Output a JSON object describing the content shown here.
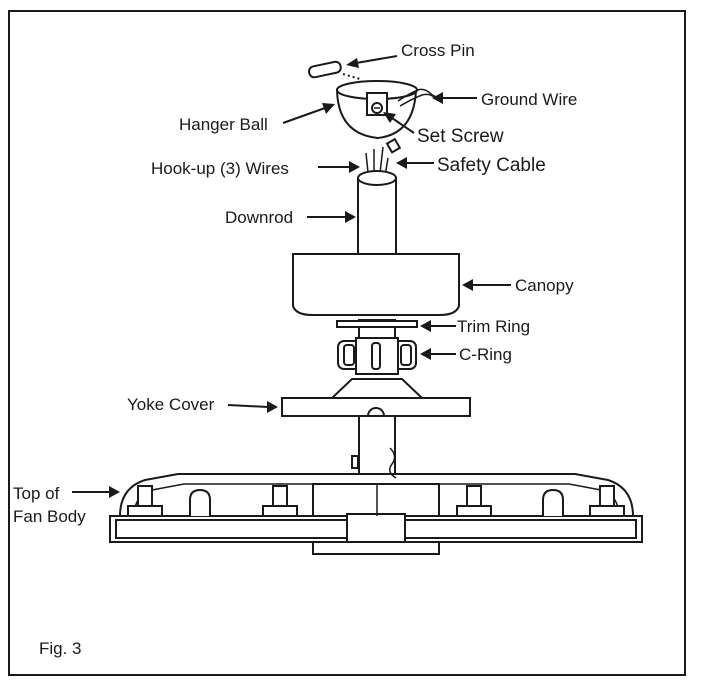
{
  "figure": {
    "caption": "Fig. 3",
    "labels": {
      "cross_pin": "Cross Pin",
      "ground_wire": "Ground Wire",
      "hanger_ball": "Hanger Ball",
      "set_screw": "Set Screw",
      "hookup_wires": "Hook-up (3) Wires",
      "safety_cable": "Safety Cable",
      "downrod": "Downrod",
      "canopy": "Canopy",
      "trim_ring": "Trim Ring",
      "c_ring": "C-Ring",
      "yoke_cover": "Yoke Cover",
      "top_of_fan_body_line1": "Top of",
      "top_of_fan_body_line2": "Fan Body"
    }
  }
}
